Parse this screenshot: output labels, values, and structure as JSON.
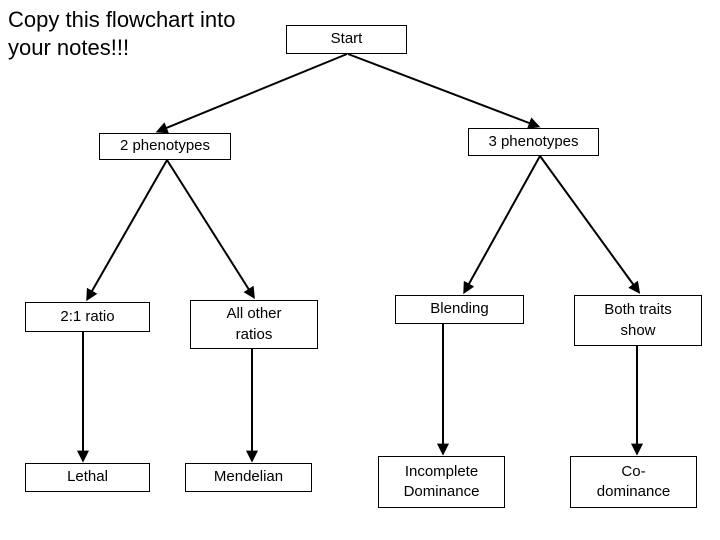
{
  "slide": {
    "title": "Copy this flowchart into\nyour notes!!!"
  },
  "flowchart": {
    "nodes": {
      "start": {
        "label": "Start"
      },
      "two_phenotypes": {
        "label": "2 phenotypes"
      },
      "three_phenotypes": {
        "label": "3 phenotypes"
      },
      "ratio_2_1": {
        "label": "2:1 ratio"
      },
      "all_other_ratios": {
        "label": "All other\nratios"
      },
      "blending": {
        "label": "Blending"
      },
      "both_traits_show": {
        "label": "Both traits\nshow"
      },
      "lethal": {
        "label": "Lethal"
      },
      "mendelian": {
        "label": "Mendelian"
      },
      "incomplete_dominance": {
        "label": "Incomplete\nDominance"
      },
      "co_dominance": {
        "label": "Co-\ndominance"
      }
    },
    "edges": [
      {
        "from": "start",
        "to": "two_phenotypes"
      },
      {
        "from": "start",
        "to": "three_phenotypes"
      },
      {
        "from": "two_phenotypes",
        "to": "ratio_2_1"
      },
      {
        "from": "two_phenotypes",
        "to": "all_other_ratios"
      },
      {
        "from": "three_phenotypes",
        "to": "blending"
      },
      {
        "from": "three_phenotypes",
        "to": "both_traits_show"
      },
      {
        "from": "ratio_2_1",
        "to": "lethal"
      },
      {
        "from": "all_other_ratios",
        "to": "mendelian"
      },
      {
        "from": "blending",
        "to": "incomplete_dominance"
      },
      {
        "from": "both_traits_show",
        "to": "co_dominance"
      }
    ],
    "colors": {
      "background": "#ffffff",
      "box_fill": "#ffffff",
      "box_border": "#000000",
      "text": "#000000",
      "arrow": "#000000"
    }
  }
}
